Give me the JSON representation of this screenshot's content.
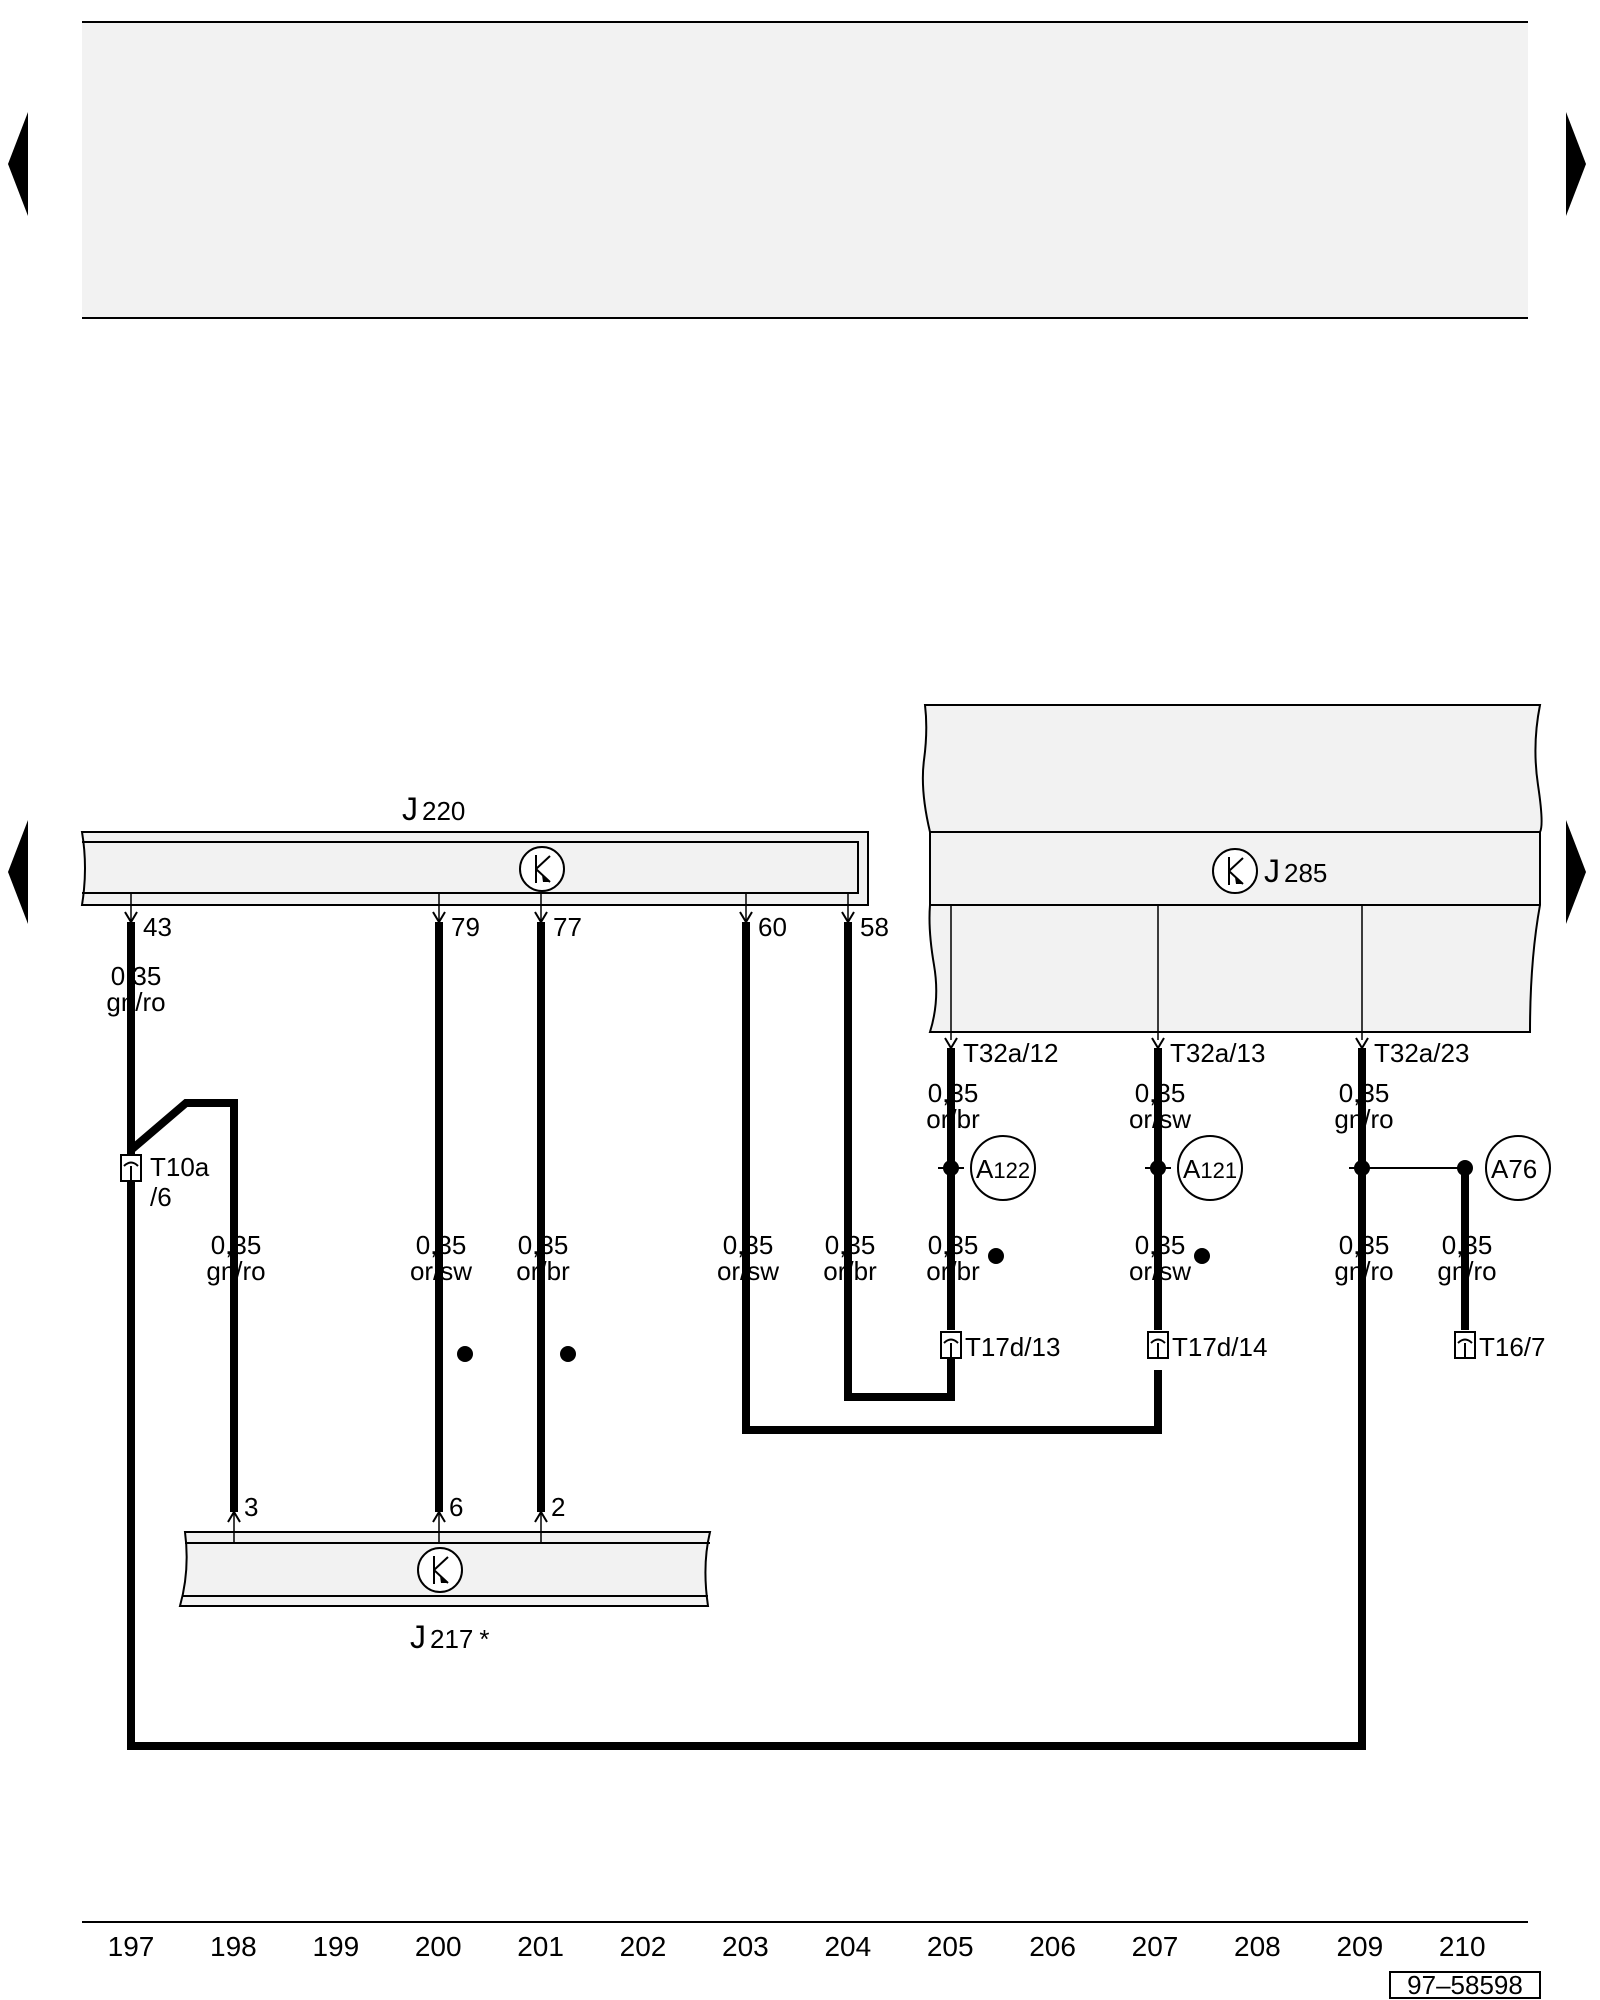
{
  "modules": {
    "j220": {
      "name": "J",
      "sub": "220"
    },
    "j285": {
      "name": "J",
      "sub": "285"
    },
    "j217": {
      "name": "J",
      "sub": "217",
      "mark": "*"
    }
  },
  "pins": {
    "p43": "43",
    "p79": "79",
    "p77": "77",
    "p60": "60",
    "p58": "58",
    "p3": "3",
    "p6": "6",
    "p2": "2",
    "t32a12": "T32a/12",
    "t32a13": "T32a/13",
    "t32a23": "T32a/23"
  },
  "connectors": {
    "t10a": {
      "name": "T10a",
      "pin": "/6"
    },
    "t17d13": "T17d/13",
    "t17d14": "T17d/14",
    "t16_7": "T16/7"
  },
  "wires": {
    "w197a": {
      "size": "0,35",
      "color": "gn/ro"
    },
    "w198": {
      "size": "0,35",
      "color": "gn/ro"
    },
    "w200": {
      "size": "0,35",
      "color": "or/sw"
    },
    "w201": {
      "size": "0,35",
      "color": "or/br"
    },
    "w203": {
      "size": "0,35",
      "color": "or/sw"
    },
    "w204": {
      "size": "0,35",
      "color": "or/br"
    },
    "w205a": {
      "size": "0,35",
      "color": "or/br"
    },
    "w205b": {
      "size": "0,35",
      "color": "or/br"
    },
    "w207a": {
      "size": "0,35",
      "color": "or/sw"
    },
    "w207b": {
      "size": "0,35",
      "color": "or/sw"
    },
    "w209a": {
      "size": "0,35",
      "color": "gn/ro"
    },
    "w209b": {
      "size": "0,35",
      "color": "gn/ro"
    },
    "w210": {
      "size": "0,35",
      "color": "gn/ro"
    }
  },
  "splices": {
    "a122": {
      "name": "A",
      "sub": "122"
    },
    "a121": {
      "name": "A",
      "sub": "121"
    },
    "a76": {
      "name": "A76"
    }
  },
  "columns": [
    "197",
    "198",
    "199",
    "200",
    "201",
    "202",
    "203",
    "204",
    "205",
    "206",
    "207",
    "208",
    "209",
    "210"
  ],
  "reference": "97–58598",
  "colors": {
    "fill": "#f2f2f2",
    "line": "#000000"
  }
}
